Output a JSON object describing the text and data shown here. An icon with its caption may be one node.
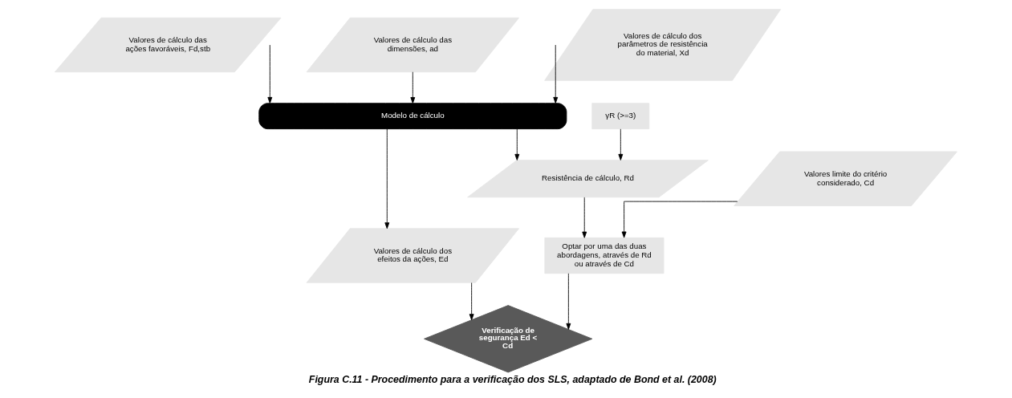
{
  "diagram": {
    "caption": "Figura C.11 - Procedimento para a verificação dos SLS, adaptado de Bond et al. (2008)",
    "nodes": [
      {
        "text": [
          "Valores de cálculo das ações favoráveis, Fd,stb"
        ]
      },
      {
        "text": [
          "Valores de cálculo das dimensões, ad"
        ]
      },
      {
        "text": [
          "Valores de cálculo dos parâmetros de resistência do material, Xd"
        ]
      },
      {
        "text": [
          "Modelo de cálculo"
        ]
      },
      {
        "text": [
          "Valores de cálculo dos efeitos da ações, Ed"
        ]
      },
      {
        "text": [
          "Verificação de segurança Ed < Cd"
        ]
      },
      {
        "text": [
          "γR (>=3)"
        ]
      },
      {
        "text": [
          "Resistência de cálculo, Rd"
        ]
      },
      {
        "text": [
          "Optar por uma das duas abordagens, através de Rd ou através de Cd"
        ]
      },
      {
        "text": [
          "Valores limite do critério considerado, Cd"
        ]
      }
    ],
    "edges": [
      {
        "from": 0,
        "to": 3,
        "arrow": "to"
      },
      {
        "from": 1,
        "to": 3,
        "arrow": "to"
      },
      {
        "from": 2,
        "to": 3,
        "arrow": "to"
      },
      {
        "from": 3,
        "to": 4,
        "arrow": "to"
      },
      {
        "from": 3,
        "to": 7,
        "arrow": "to"
      },
      {
        "from": 6,
        "to": 7,
        "arrow": "to"
      },
      {
        "from": 4,
        "to": 5,
        "arrow": "to"
      },
      {
        "from": 8,
        "to": 5,
        "arrow": "to"
      },
      {
        "from": 7,
        "to": 8,
        "arrow": "to"
      },
      {
        "from": 9,
        "to": 8,
        "arrow": "to"
      }
    ]
  }
}
